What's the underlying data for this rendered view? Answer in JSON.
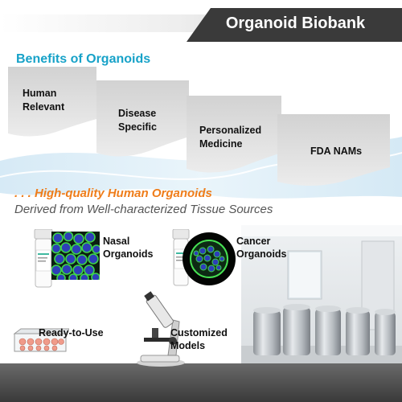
{
  "banner": {
    "title": "Organoid Biobank"
  },
  "benefits": {
    "heading": "Benefits of Organoids",
    "steps": [
      {
        "line1": "Human",
        "line2": "Relevant"
      },
      {
        "line1": "Disease",
        "line2": "Specific"
      },
      {
        "line1": "Personalized",
        "line2": "Medicine"
      },
      {
        "line1": "FDA NAMs",
        "line2": ""
      }
    ]
  },
  "tagline": {
    "line1": ". . . High-quality Human Organoids",
    "line2": "Derived from Well-characterized Tissue Sources"
  },
  "products": {
    "nasal": {
      "line1": "Nasal",
      "line2": "Organoids"
    },
    "cancer": {
      "line1": "Cancer",
      "line2": "Organoids"
    },
    "ready": {
      "label": "Ready-to-Use"
    },
    "custom": {
      "line1": "Customized",
      "line2": "Models"
    }
  },
  "colors": {
    "banner": "#3a3a3a",
    "heading": "#17a2c8",
    "tagline_accent": "#ef7d1a",
    "cell_nuclei": "#2d3fb8",
    "cell_membrane": "#3fd44a"
  }
}
